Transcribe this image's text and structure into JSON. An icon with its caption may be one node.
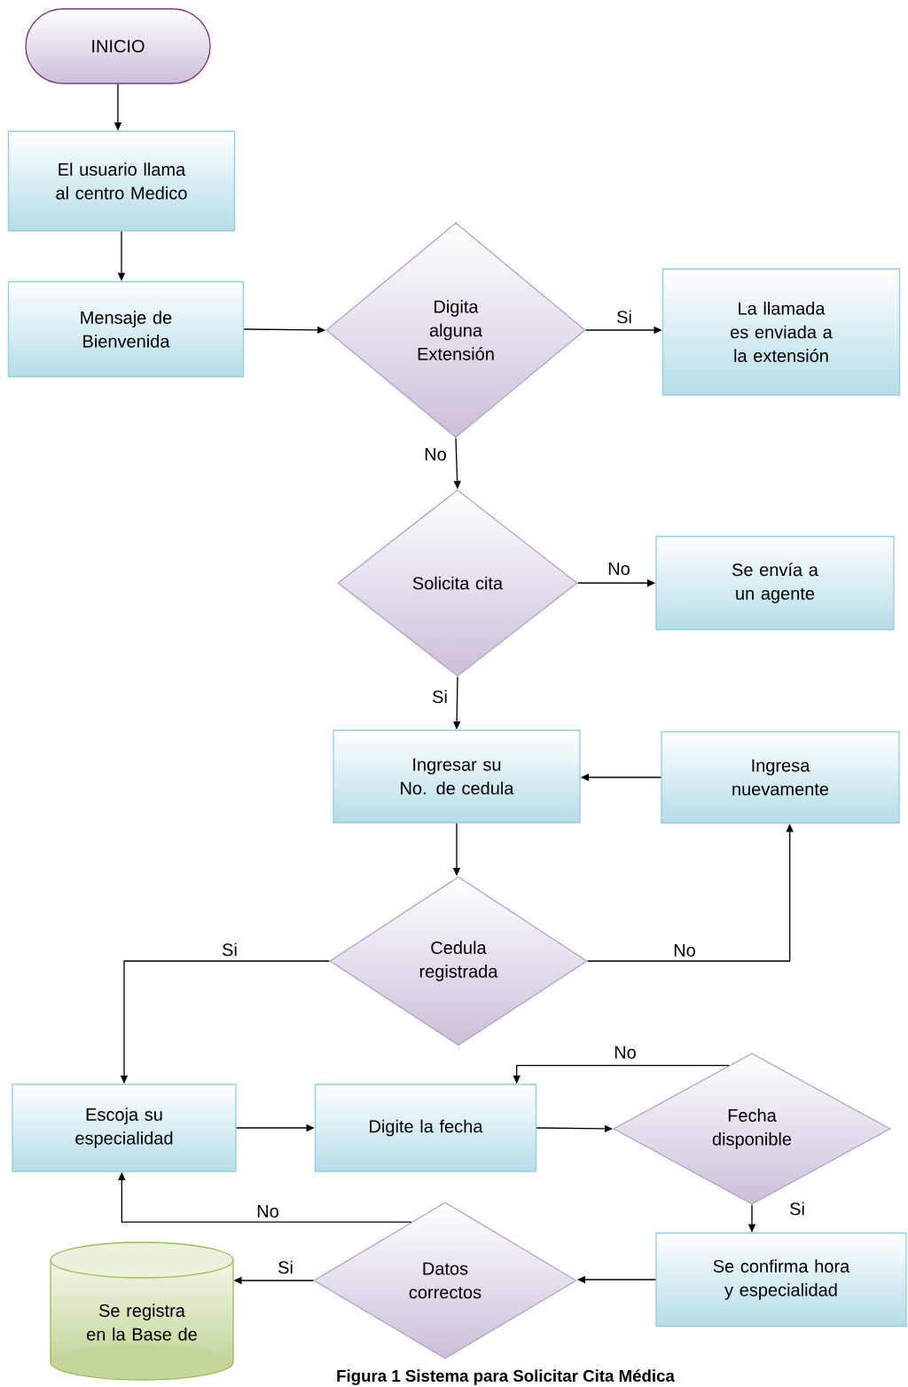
{
  "diagram": {
    "caption": "Figura 1 Sistema para Solicitar Cita Médica",
    "nodes": [
      {
        "text": [
          "INICIO"
        ]
      },
      {
        "text": [
          "El usuario llama al centro Medico"
        ]
      },
      {
        "text": [
          "Mensaje de Bienvenida"
        ]
      },
      {
        "text": [
          "Digita alguna Extensión"
        ]
      },
      {
        "text": [
          "La llamada es enviada a la extensión"
        ]
      },
      {
        "text": [
          "Solicita cita"
        ]
      },
      {
        "text": [
          "Se envía a un agente"
        ]
      },
      {
        "text": [
          "Ingresar su No. de cedula"
        ]
      },
      {
        "text": [
          "Ingresa nuevamente"
        ]
      },
      {
        "text": [
          "Cedula registrada"
        ]
      },
      {
        "text": [
          "Escoja su especialidad"
        ]
      },
      {
        "text": [
          "Digite la fecha"
        ]
      },
      {
        "text": [
          "Fecha disponible"
        ]
      },
      {
        "text": [
          "Se confirma hora y especialidad"
        ]
      },
      {
        "text": [
          "Datos correctos"
        ]
      },
      {
        "text": [
          "Se registra en la Base de"
        ]
      }
    ],
    "edges": [
      {
        "from": 0,
        "to": 1,
        "arrow": "to"
      },
      {
        "from": 1,
        "to": 2,
        "arrow": "to"
      },
      {
        "from": 2,
        "to": 3,
        "arrow": "to"
      },
      {
        "from": 3,
        "to": 4,
        "arrow": "to",
        "label": "Si"
      },
      {
        "from": 3,
        "to": 5,
        "arrow": "to",
        "label": "No"
      },
      {
        "from": 5,
        "to": 6,
        "arrow": "to",
        "label": "No"
      },
      {
        "from": 5,
        "to": 7,
        "arrow": "to",
        "label": "Si"
      },
      {
        "from": 8,
        "to": 7,
        "arrow": "to"
      },
      {
        "from": 7,
        "to": 9,
        "arrow": "to"
      },
      {
        "from": 9,
        "to": 10,
        "arrow": "to",
        "label": "Si"
      },
      {
        "from": 9,
        "to": 8,
        "arrow": "to",
        "label": "No"
      },
      {
        "from": 10,
        "to": 11,
        "arrow": "to"
      },
      {
        "from": 11,
        "to": 12,
        "arrow": "to"
      },
      {
        "from": 12,
        "to": 11,
        "arrow": "to",
        "label": "No"
      },
      {
        "from": 12,
        "to": 13,
        "arrow": "to",
        "label": "Si"
      },
      {
        "from": 13,
        "to": 14,
        "arrow": "to"
      },
      {
        "from": 14,
        "to": 15,
        "arrow": "to",
        "label": "Si"
      },
      {
        "from": 14,
        "to": 10,
        "arrow": "to",
        "label": "No"
      }
    ]
  }
}
